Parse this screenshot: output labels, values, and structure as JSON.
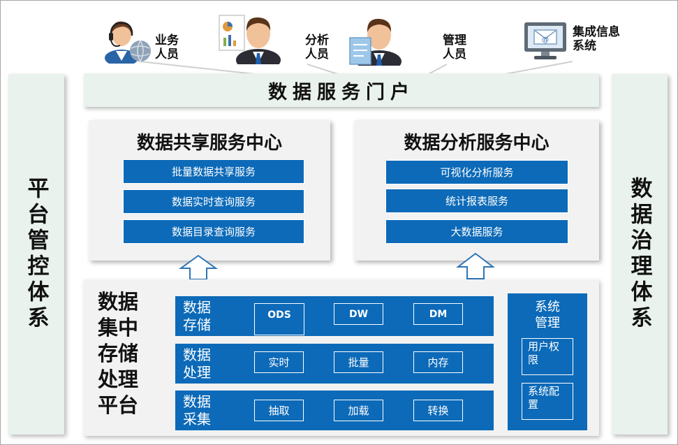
{
  "users": [
    {
      "label": "业务\n人员",
      "icon": "support-agent-icon"
    },
    {
      "label": "分析\n人员",
      "icon": "analyst-icon"
    },
    {
      "label": "管理\n人员",
      "icon": "manager-icon"
    },
    {
      "label": "集成信息\n系统",
      "icon": "computer-email-icon"
    }
  ],
  "side_left": "平台管控体系",
  "side_right": "数据治理体系",
  "portal": "数据服务门户",
  "share_center": {
    "title": "数据共享服务中心",
    "services": [
      "批量数据共享服务",
      "数据实时查询服务",
      "数据目录查询服务"
    ]
  },
  "analysis_center": {
    "title": "数据分析服务中心",
    "services": [
      "可视化分析服务",
      "统计报表服务",
      "大数据服务"
    ]
  },
  "platform": {
    "title": "数据\n集中\n存储\n处理\n平台",
    "rows": [
      {
        "label": "数据\n存储",
        "items": [
          "ODS",
          "DW",
          "DM"
        ]
      },
      {
        "label": "数据\n处理",
        "items": [
          "实时",
          "批量",
          "内存"
        ]
      },
      {
        "label": "数据\n采集",
        "items": [
          "抽取",
          "加载",
          "转换"
        ]
      }
    ],
    "system": {
      "title": "系统\n管理",
      "items": [
        "用户权\n限",
        "系统配\n置"
      ]
    }
  },
  "colors": {
    "accent_blue": "#0c6ab8",
    "light_green": "#e9f2ec",
    "panel_gray": "#f2f2f2"
  }
}
